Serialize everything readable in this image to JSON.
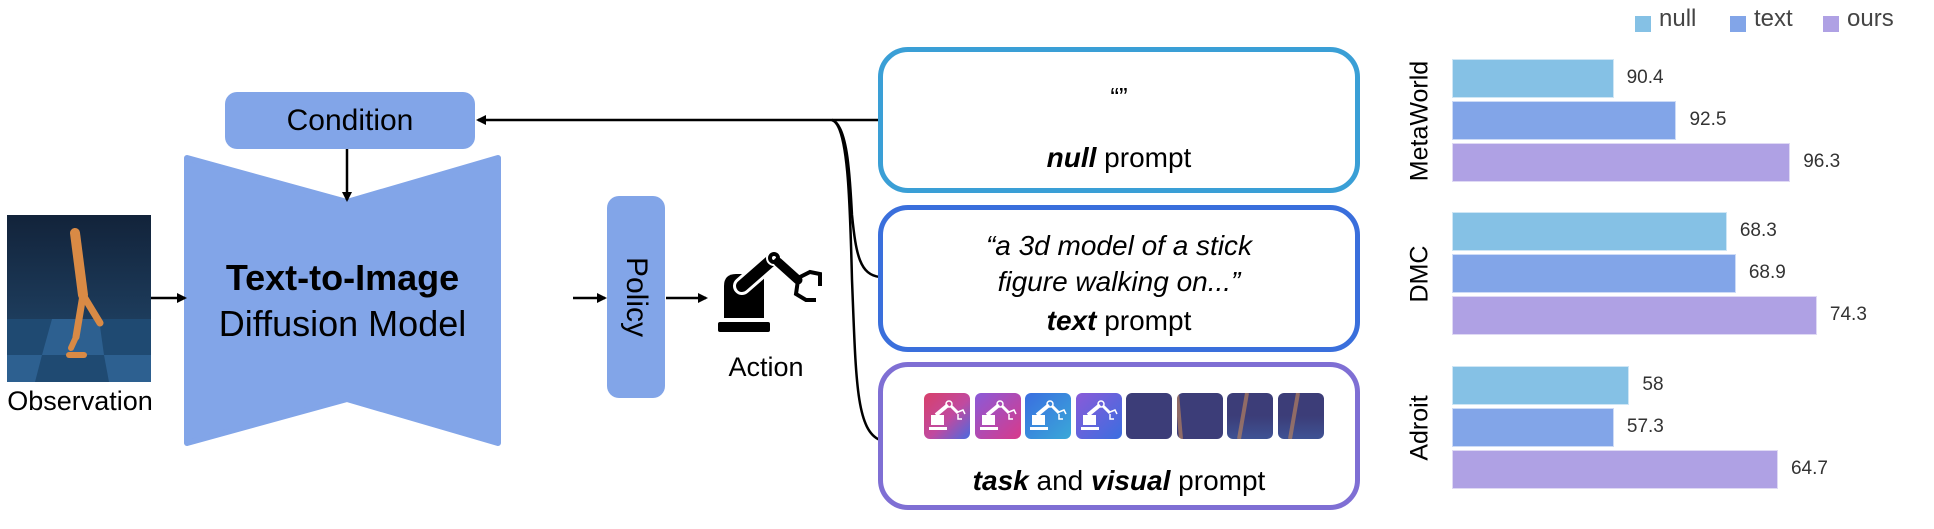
{
  "diagram": {
    "observation_label": "Observation",
    "condition_label": "Condition",
    "model_title": "Text-to-Image",
    "model_subtitle": "Diffusion Model",
    "policy_label": "Policy",
    "action_label": "Action",
    "colors": {
      "block": "#82a5e8",
      "null_border": "#3a9fd6",
      "text_border": "#3a6fdc",
      "visual_border": "#7f6fd4"
    }
  },
  "prompts": {
    "null": {
      "content": "“”",
      "kind": "null",
      "suffix": " prompt"
    },
    "text": {
      "content_line1": "“a 3d model of a stick",
      "content_line2": "figure walking on...”",
      "kind": "text",
      "suffix": " prompt"
    },
    "visual": {
      "kind1": "task",
      "middle": " and ",
      "kind2": "visual",
      "suffix": " prompt",
      "thumbnails": [
        "robot-icon-pink",
        "robot-icon-magenta",
        "robot-icon-cyan",
        "robot-icon-violet",
        "frame-1",
        "frame-2",
        "frame-3",
        "frame-4"
      ]
    }
  },
  "chart_data": {
    "type": "bar",
    "orientation": "horizontal",
    "legend": [
      "null",
      "text",
      "ours"
    ],
    "legend_placement": "top-right",
    "colors": {
      "null": "#85c1e5",
      "text": "#82a5e8",
      "ours": "#afa1e4"
    },
    "groups": [
      {
        "name": "MetaWorld",
        "values": [
          90.4,
          92.5,
          96.3
        ],
        "labels": [
          "90.4",
          "92.5",
          "96.3"
        ],
        "xlim": [
          85,
          99.3
        ]
      },
      {
        "name": "DMC",
        "values": [
          68.3,
          68.9,
          74.3
        ],
        "labels": [
          "68.3",
          "68.9",
          "74.3"
        ],
        "xlim": [
          50,
          78.5
        ]
      },
      {
        "name": "Adroit",
        "values": [
          58,
          57.3,
          64.7
        ],
        "labels": [
          "58",
          "57.3",
          "64.7"
        ],
        "xlim": [
          50,
          69.3
        ]
      }
    ]
  }
}
